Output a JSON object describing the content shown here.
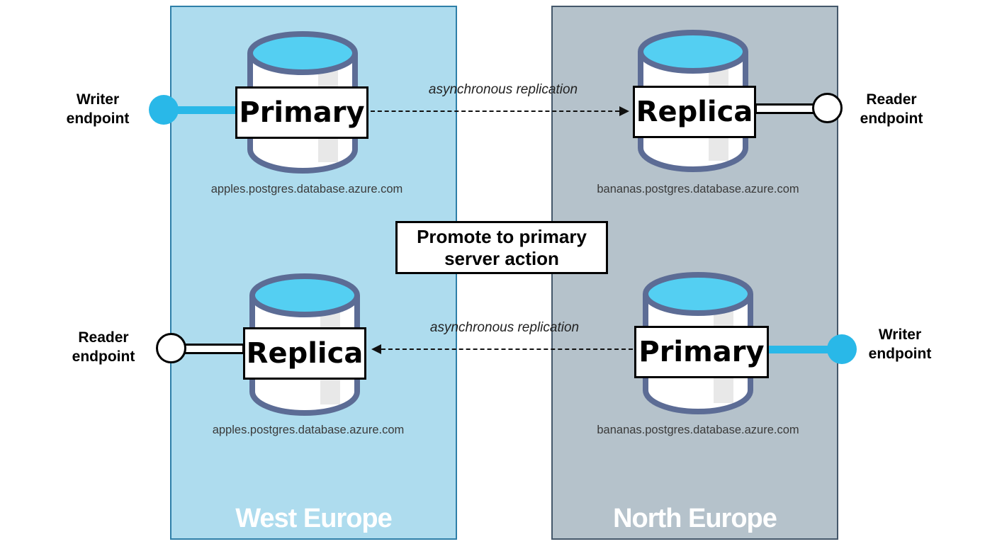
{
  "regions": {
    "west": {
      "label": "West Europe"
    },
    "north": {
      "label": "North Europe"
    }
  },
  "nodes": {
    "west_primary": {
      "role": "Primary",
      "hostname": "apples.postgres.database.azure.com"
    },
    "north_replica": {
      "role": "Replica",
      "hostname": "bananas.postgres.database.azure.com"
    },
    "west_replica": {
      "role": "Replica",
      "hostname": "apples.postgres.database.azure.com"
    },
    "north_primary": {
      "role": "Primary",
      "hostname": "bananas.postgres.database.azure.com"
    }
  },
  "endpoints": {
    "writer_top": {
      "label": "Writer endpoint"
    },
    "reader_top": {
      "label": "Reader endpoint"
    },
    "reader_bottom": {
      "label": "Reader endpoint"
    },
    "writer_bottom": {
      "label": "Writer endpoint"
    }
  },
  "arrows": {
    "top": {
      "label": "asynchronous replication"
    },
    "bottom": {
      "label": "asynchronous replication"
    }
  },
  "promote": {
    "line1": "Promote to primary",
    "line2": "server action"
  },
  "colors": {
    "accent_cyan": "#29b8e8",
    "region_west_fill": "#aedcee",
    "region_west_border": "#2e7fa8",
    "region_north_fill": "#b5c2cb",
    "region_north_border": "#44576a",
    "cylinder_stroke": "#5c6c95",
    "cylinder_top_fill": "#54cff2",
    "cylinder_stripe": "#e8e8e8"
  }
}
